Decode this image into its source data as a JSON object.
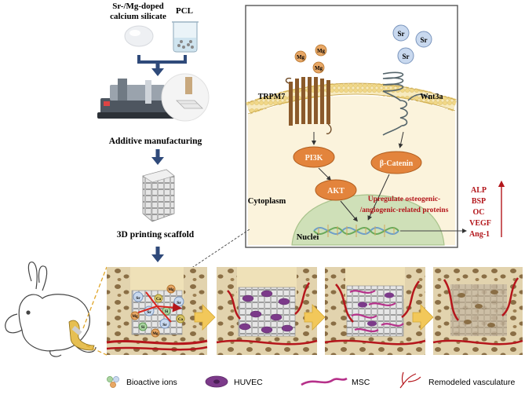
{
  "workflow": {
    "material_1": "Sr-/Mg-doped",
    "material_2": "calcium silicate",
    "material_3": "PCL",
    "step_1": "Additive manufacturing",
    "step_2": "3D printing scaffold"
  },
  "pathway": {
    "ion_mg": "Mg",
    "ion_sr": "Sr",
    "receptor_1": "TRPM7",
    "receptor_2": "Wnt3a",
    "node_pi3k": "PI3K",
    "node_akt": "AKT",
    "node_catenin": "β-Catenin",
    "region_cytoplasm": "Cytoplasm",
    "region_nuclei": "Nuclei",
    "outcome_1": "Upregulate osteogenic-",
    "outcome_2": "/angiogenic-related proteins"
  },
  "proteins": [
    "ALP",
    "BSP",
    "OC",
    "VEGF",
    "Ang-1"
  ],
  "ion_labels": [
    "Sr",
    "Mg",
    "Ca",
    "Si"
  ],
  "legend": {
    "ions": "Bioactive ions",
    "huvec": "HUVEC",
    "msc": "MSC",
    "vasc": "Remodeled vasculature"
  },
  "colors": {
    "arrow_navy": "#2f4a7a",
    "membrane_yellow": "#f1d888",
    "cell_fill": "#fbf3dc",
    "nucleus_green": "#cfe0b8",
    "node_orange": "#e3843c",
    "text_red": "#b3161b",
    "vessel_red": "#b5161c",
    "huvec_purple": "#7c3a8a",
    "bone_beige": "#d9c8a2"
  }
}
